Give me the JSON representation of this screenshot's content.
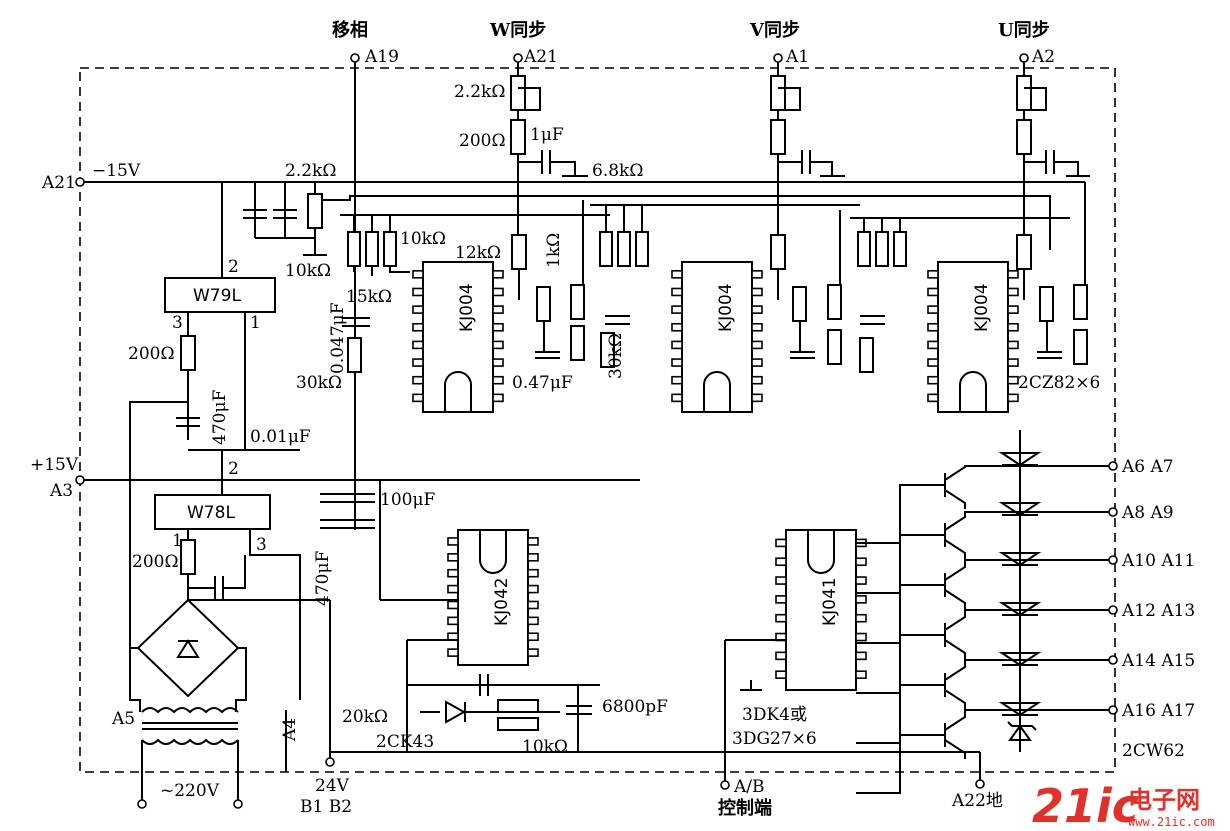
{
  "terminals": {
    "shift": "移相",
    "a19": "A19",
    "w_sync": "W同步",
    "a21_top": "A21",
    "v_sync": "V同步",
    "a1": "A1",
    "u_sync": "U同步",
    "a2": "A2",
    "a21_left": "A21",
    "neg15v": "−15V",
    "pos15v": "+15V",
    "a3": "A3",
    "a5": "A5",
    "a4": "A4",
    "v24": "24V",
    "b1b2": "B1  B2",
    "ab": "A/B",
    "control": "控制端",
    "a22": "A22地",
    "ac": "~220V",
    "outputs": [
      "A6  A7",
      "A8  A9",
      "A10  A11",
      "A12  A13",
      "A14  A15",
      "A16  A17"
    ]
  },
  "components": {
    "r_2k2_w": "2.2kΩ",
    "r_200_w": "200Ω",
    "c_1u": "1μF",
    "r_6k8": "6.8kΩ",
    "r_2k2_pot": "2.2kΩ",
    "r_10k_pot": "10kΩ",
    "r_10k": "10kΩ",
    "r_12k": "12kΩ",
    "r_1k": "1kΩ",
    "r_15k": "15kΩ",
    "c_047": "0.047μF",
    "r_30k_a": "30kΩ",
    "c_047u": "0.47μF",
    "r_30k_b": "30kΩ",
    "diodes_2cz": "2CZ82×6",
    "r_200_a": "200Ω",
    "c_470_a": "470μF",
    "c_001": "0.01μF",
    "c_100": "100μF",
    "r_200_b": "200Ω",
    "c_470_b": "470μF",
    "r_20k": "20kΩ",
    "d_2ck43": "2CK43",
    "r_10k_b": "10kΩ",
    "c_6800": "6800pF",
    "transistors": "3DK4或",
    "transistors2": "3DG27×6",
    "zener": "2CW62",
    "pin1": "1",
    "pin2": "2",
    "pin3": "3",
    "pin1b": "1",
    "pin2b": "2",
    "pin3b": "3"
  },
  "chips": {
    "w79l": "W79L",
    "w78l": "W78L",
    "kj004_1": "KJ004",
    "kj004_2": "KJ004",
    "kj004_3": "KJ004",
    "kj042": "KJ042",
    "kj041": "KJ041"
  },
  "watermark": {
    "brand": "21ic",
    "cn": "电子网",
    "url": "www.21ic.com"
  }
}
